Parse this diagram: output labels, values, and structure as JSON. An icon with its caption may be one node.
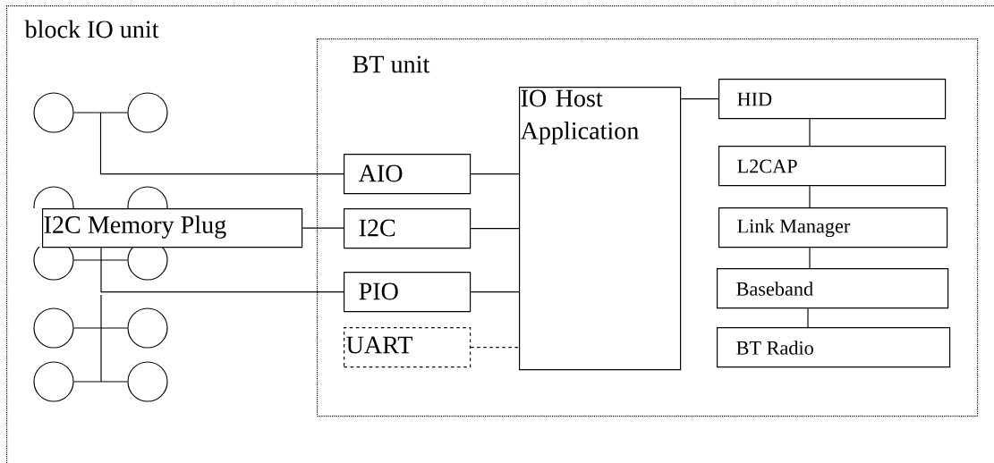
{
  "diagram": {
    "nodes": [
      {
        "text": [
          "block IO unit"
        ]
      },
      {
        "text": [
          "BT unit"
        ],
        "in": 0
      },
      {
        "text": [],
        "shape": "circle",
        "in": 0
      },
      {
        "text": [],
        "shape": "circle",
        "in": 0
      },
      {
        "text": [],
        "shape": "circle",
        "in": 0
      },
      {
        "text": [],
        "shape": "circle",
        "in": 0
      },
      {
        "text": [],
        "shape": "circle",
        "in": 0
      },
      {
        "text": [],
        "shape": "circle",
        "in": 0
      },
      {
        "text": [],
        "shape": "circle",
        "in": 0
      },
      {
        "text": [],
        "shape": "circle",
        "in": 0
      },
      {
        "text": [],
        "shape": "circle",
        "in": 0
      },
      {
        "text": [],
        "shape": "circle",
        "in": 0
      },
      {
        "text": [
          "I2C Memory Plug"
        ],
        "in": 0
      },
      {
        "text": [
          "AIO"
        ],
        "in": 1
      },
      {
        "text": [
          "I2C"
        ],
        "in": 1
      },
      {
        "text": [
          "PIO"
        ],
        "in": 1
      },
      {
        "text": [
          "UART"
        ],
        "in": 1
      },
      {
        "text": [
          "IO Host Application"
        ],
        "in": 1
      },
      {
        "text": [
          "HID"
        ],
        "in": 1
      },
      {
        "text": [
          "L2CAP"
        ],
        "in": 1
      },
      {
        "text": [
          "Link Manager"
        ],
        "in": 1
      },
      {
        "text": [
          "Baseband"
        ],
        "in": 1
      },
      {
        "text": [
          "BT Radio"
        ],
        "in": 1
      }
    ],
    "edges": [
      {
        "from": 2,
        "to": 3,
        "arrow": "none"
      },
      {
        "from": 2,
        "to": 13,
        "arrow": "none"
      },
      {
        "from": 3,
        "to": 13,
        "arrow": "none"
      },
      {
        "from": 6,
        "to": 7,
        "arrow": "none"
      },
      {
        "from": 8,
        "to": 9,
        "arrow": "none"
      },
      {
        "from": 10,
        "to": 11,
        "arrow": "none"
      },
      {
        "from": 12,
        "to": 15,
        "arrow": "none"
      },
      {
        "from": 12,
        "to": 14,
        "arrow": "none"
      },
      {
        "from": 13,
        "to": 17,
        "arrow": "none"
      },
      {
        "from": 14,
        "to": 17,
        "arrow": "none"
      },
      {
        "from": 15,
        "to": 17,
        "arrow": "none"
      },
      {
        "from": 16,
        "to": 17,
        "arrow": "none",
        "style": "dashed"
      },
      {
        "from": 17,
        "to": 18,
        "arrow": "none"
      },
      {
        "from": 18,
        "to": 19,
        "arrow": "none"
      },
      {
        "from": 19,
        "to": 20,
        "arrow": "none"
      },
      {
        "from": 20,
        "to": 21,
        "arrow": "none"
      },
      {
        "from": 21,
        "to": 22,
        "arrow": "none"
      }
    ]
  }
}
